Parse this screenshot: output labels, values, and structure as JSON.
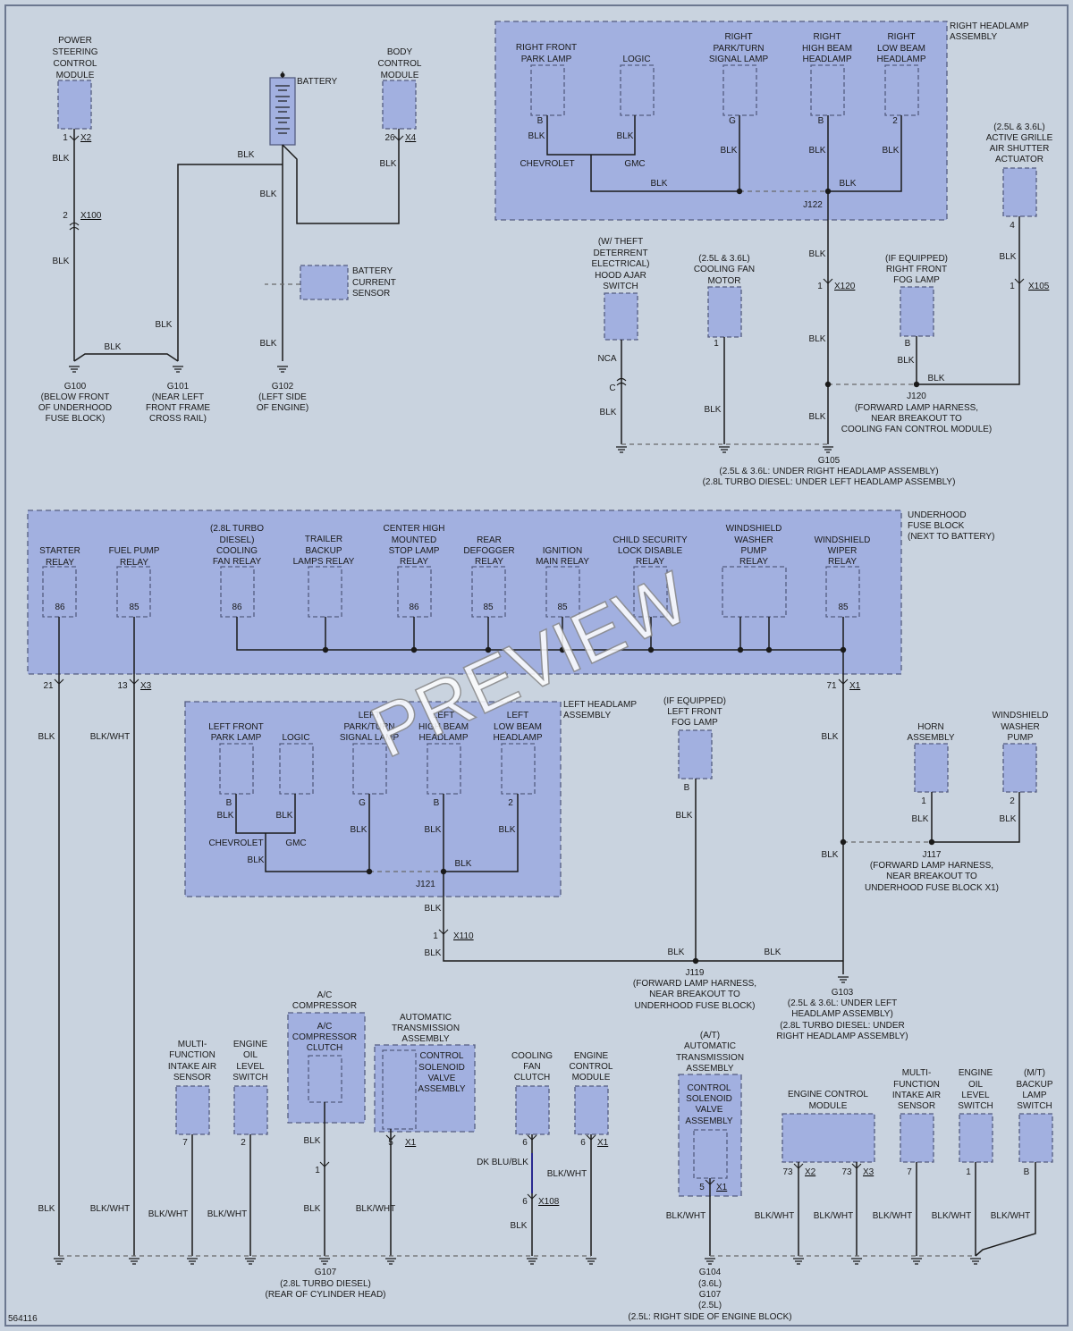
{
  "components": {
    "power_steering": [
      "POWER",
      "STEERING",
      "CONTROL",
      "MODULE"
    ],
    "battery": "BATTERY",
    "bcm": [
      "BODY",
      "CONTROL",
      "MODULE"
    ],
    "battery_sensor": [
      "BATTERY",
      "CURRENT",
      "SENSOR"
    ],
    "right_headlamp_assembly": [
      "RIGHT HEADLAMP",
      "ASSEMBLY"
    ],
    "rf_park": [
      "RIGHT FRONT",
      "PARK LAMP"
    ],
    "logic": "LOGIC",
    "r_park_turn": [
      "RIGHT",
      "PARK/TURN",
      "SIGNAL LAMP"
    ],
    "r_high": [
      "RIGHT",
      "HIGH BEAM",
      "HEADLAMP"
    ],
    "r_low": [
      "RIGHT",
      "LOW BEAM",
      "HEADLAMP"
    ],
    "grille": [
      "(2.5L & 3.6L)",
      "ACTIVE GRILLE",
      "AIR SHUTTER",
      "ACTUATOR"
    ],
    "hood_ajar": [
      "(W/ THEFT",
      "DETERRENT",
      "ELECTRICAL)",
      "HOOD AJAR",
      "SWITCH"
    ],
    "cooling_fan_motor": [
      "(2.5L & 3.6L)",
      "COOLING FAN",
      "MOTOR"
    ],
    "rf_fog": [
      "(IF EQUIPPED)",
      "RIGHT FRONT",
      "FOG LAMP"
    ],
    "fuse_block": [
      "UNDERHOOD",
      "FUSE BLOCK",
      "(NEXT TO BATTERY)"
    ],
    "starter": [
      "STARTER",
      "RELAY"
    ],
    "fuel_pump": [
      "FUEL PUMP",
      "RELAY"
    ],
    "cooling_fan_relay": [
      "(2.8L TURBO",
      "DIESEL)",
      "COOLING",
      "FAN RELAY"
    ],
    "trailer": [
      "TRAILER",
      "BACKUP",
      "LAMPS RELAY"
    ],
    "chmsl": [
      "CENTER HIGH",
      "MOUNTED",
      "STOP LAMP",
      "RELAY"
    ],
    "defog": [
      "REAR",
      "DEFOGGER",
      "RELAY"
    ],
    "ignition": [
      "IGNITION",
      "MAIN RELAY"
    ],
    "child": [
      "CHILD SECURITY",
      "LOCK DISABLE",
      "RELAY"
    ],
    "washer_relay": [
      "WINDSHIELD",
      "WASHER",
      "PUMP",
      "RELAY"
    ],
    "wiper_relay": [
      "WINDSHIELD",
      "WIPER",
      "RELAY"
    ],
    "left_headlamp_assembly": [
      "LEFT HEADLAMP",
      "ASSEMBLY"
    ],
    "lf_park": [
      "LEFT FRONT",
      "PARK LAMP"
    ],
    "l_park_turn": [
      "LEFT",
      "PARK/TURN",
      "SIGNAL LAMP"
    ],
    "l_high": [
      "LEFT",
      "HIGH BEAM",
      "HEADLAMP"
    ],
    "l_low": [
      "LEFT",
      "LOW BEAM",
      "HEADLAMP"
    ],
    "lf_fog": [
      "(IF EQUIPPED)",
      "LEFT FRONT",
      "FOG LAMP"
    ],
    "horn": [
      "HORN",
      "ASSEMBLY"
    ],
    "washer_pump": [
      "WINDSHIELD",
      "WASHER",
      "PUMP"
    ],
    "maf1": [
      "MULTI-",
      "FUNCTION",
      "INTAKE AIR",
      "SENSOR"
    ],
    "oil1": [
      "ENGINE",
      "OIL",
      "LEVEL",
      "SWITCH"
    ],
    "ac": [
      "A/C",
      "COMPRESSOR"
    ],
    "ac_clutch": [
      "A/C",
      "COMPRESSOR",
      "CLUTCH"
    ],
    "trans1": [
      "AUTOMATIC",
      "TRANSMISSION",
      "ASSEMBLY"
    ],
    "solenoid1": [
      "CONTROL",
      "SOLENOID",
      "VALVE",
      "ASSEMBLY"
    ],
    "fan_clutch": [
      "COOLING",
      "FAN",
      "CLUTCH"
    ],
    "ecm1": [
      "ENGINE",
      "CONTROL",
      "MODULE"
    ],
    "trans2": [
      "(A/T)",
      "AUTOMATIC",
      "TRANSMISSION",
      "ASSEMBLY"
    ],
    "solenoid2": [
      "CONTROL",
      "SOLENOID",
      "VALVE",
      "ASSEMBLY"
    ],
    "ecm2": [
      "ENGINE CONTROL",
      "MODULE"
    ],
    "maf2": [
      "MULTI-",
      "FUNCTION",
      "INTAKE AIR",
      "SENSOR"
    ],
    "oil2": [
      "ENGINE",
      "OIL",
      "LEVEL",
      "SWITCH"
    ],
    "backup": [
      "(M/T)",
      "BACKUP",
      "LAMP",
      "SWITCH"
    ]
  },
  "grounds": {
    "g100": [
      "G100",
      "(BELOW FRONT",
      "OF UNDERHOOD",
      "FUSE BLOCK)"
    ],
    "g101": [
      "G101",
      "(NEAR LEFT",
      "FRONT FRAME",
      "CROSS RAIL)"
    ],
    "g102": [
      "G102",
      "(LEFT SIDE",
      "OF ENGINE)"
    ],
    "g105": [
      "G105",
      "(2.5L & 3.6L: UNDER RIGHT HEADLAMP ASSEMBLY)",
      "(2.8L TURBO DIESEL: UNDER LEFT HEADLAMP ASSEMBLY)"
    ],
    "g103": [
      "G103",
      "(2.5L & 3.6L: UNDER LEFT",
      "HEADLAMP ASSEMBLY)",
      "(2.8L TURBO DIESEL: UNDER",
      "RIGHT HEADLAMP ASSEMBLY)"
    ],
    "g107": [
      "G107",
      "(2.8L TURBO DIESEL)",
      "(REAR OF CYLINDER HEAD)"
    ],
    "g104": [
      "G104",
      "(3.6L)",
      "G107",
      "(2.5L)",
      "(2.5L: RIGHT SIDE OF ENGINE BLOCK)"
    ]
  },
  "splices": {
    "j122": "J122",
    "j120": [
      "J120",
      "(FORWARD LAMP HARNESS,",
      "NEAR BREAKOUT TO",
      "COOLING FAN CONTROL MODULE)"
    ],
    "j121": "J121",
    "j117": [
      "J117",
      "(FORWARD LAMP HARNESS,",
      "NEAR BREAKOUT TO",
      "UNDERHOOD FUSE BLOCK X1)"
    ],
    "j119": [
      "J119",
      "(FORWARD LAMP HARNESS,",
      "NEAR BREAKOUT TO",
      "UNDERHOOD FUSE BLOCK)"
    ]
  },
  "wire": {
    "blk": "BLK",
    "blkwht": "BLK/WHT",
    "dkblublk": "DK BLU/BLK",
    "chevrolet": "CHEVROLET",
    "gmc": "GMC",
    "nca": "NCA",
    "c": "C"
  },
  "pins": {
    "p1": "1",
    "p2": "2",
    "p4": "4",
    "p5": "5",
    "p6": "6",
    "p7": "7",
    "p13": "13",
    "p21": "21",
    "p26": "26",
    "p71": "71",
    "p73": "73",
    "p85": "85",
    "p86": "86",
    "pB": "B",
    "pG": "G"
  },
  "connectors": {
    "x1": "X1",
    "x2": "X2",
    "x3": "X3",
    "x4": "X4",
    "x100": "X100",
    "x105": "X105",
    "x108": "X108",
    "x110": "X110",
    "x120": "X120"
  },
  "figure_id": "564116",
  "watermark": "PREVIEW",
  "colors": {
    "background": "#c9d3df",
    "component_fill": "#a2b0e0",
    "component_border": "#545c80",
    "wire": "#1a1a1a"
  }
}
